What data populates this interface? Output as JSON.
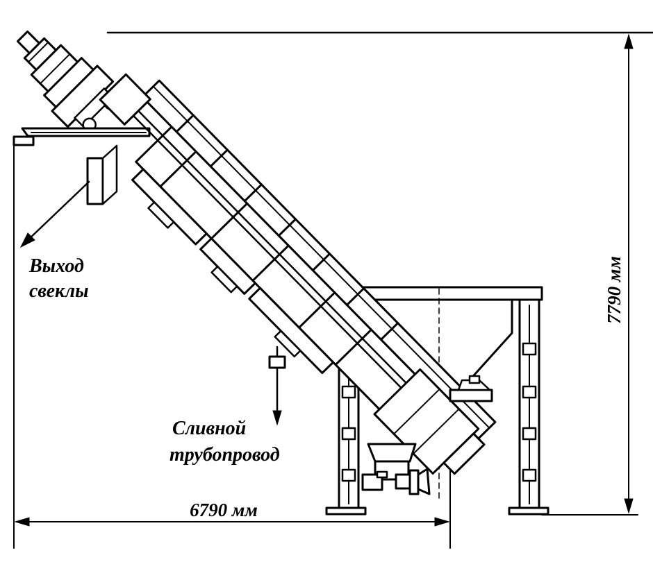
{
  "labels": {
    "outlet_line1": "Выход",
    "outlet_line2": "свеклы",
    "drain_line1": "Сливной",
    "drain_line2": "трубопровод",
    "width_dim": "6790 мм",
    "height_dim": "7790 мм"
  }
}
